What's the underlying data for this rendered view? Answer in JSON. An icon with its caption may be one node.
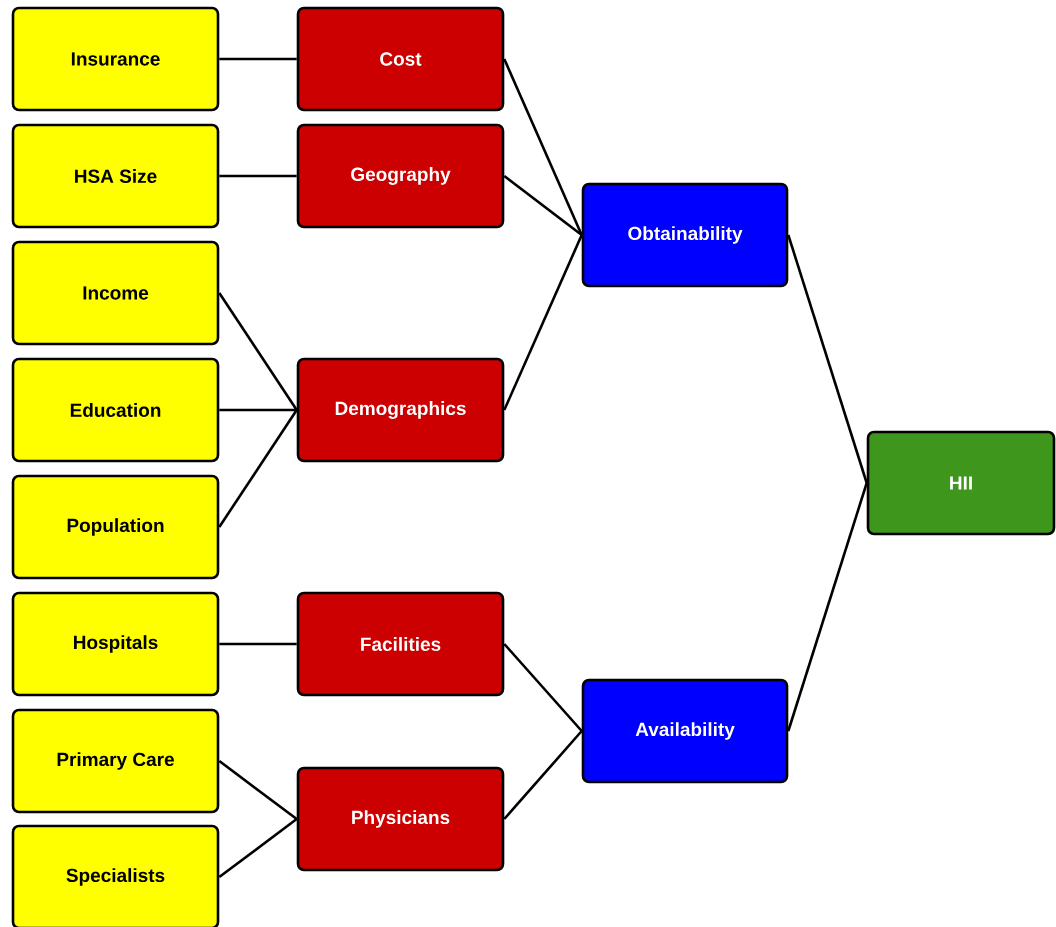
{
  "diagram": {
    "nodes": [
      {
        "text": [
          "Insurance"
        ]
      },
      {
        "text": [
          "HSA Size"
        ]
      },
      {
        "text": [
          "Income"
        ]
      },
      {
        "text": [
          "Education"
        ]
      },
      {
        "text": [
          "Population"
        ]
      },
      {
        "text": [
          "Hospitals"
        ]
      },
      {
        "text": [
          "Primary Care"
        ]
      },
      {
        "text": [
          "Specialists"
        ]
      },
      {
        "text": [
          "Cost"
        ]
      },
      {
        "text": [
          "Geography"
        ]
      },
      {
        "text": [
          "Demographics"
        ]
      },
      {
        "text": [
          "Facilities"
        ]
      },
      {
        "text": [
          "Physicians"
        ]
      },
      {
        "text": [
          "Obtainability"
        ]
      },
      {
        "text": [
          "Availability"
        ]
      },
      {
        "text": [
          "HII"
        ]
      }
    ],
    "edges": [
      {
        "from": 0,
        "to": 8,
        "arrow": "none"
      },
      {
        "from": 1,
        "to": 9,
        "arrow": "none"
      },
      {
        "from": 2,
        "to": 10,
        "arrow": "none"
      },
      {
        "from": 3,
        "to": 10,
        "arrow": "none"
      },
      {
        "from": 4,
        "to": 10,
        "arrow": "none"
      },
      {
        "from": 5,
        "to": 11,
        "arrow": "none"
      },
      {
        "from": 6,
        "to": 12,
        "arrow": "none"
      },
      {
        "from": 7,
        "to": 12,
        "arrow": "none"
      },
      {
        "from": 8,
        "to": 13,
        "arrow": "none"
      },
      {
        "from": 9,
        "to": 13,
        "arrow": "none"
      },
      {
        "from": 10,
        "to": 13,
        "arrow": "none"
      },
      {
        "from": 11,
        "to": 14,
        "arrow": "none"
      },
      {
        "from": 12,
        "to": 14,
        "arrow": "none"
      },
      {
        "from": 13,
        "to": 15,
        "arrow": "none"
      },
      {
        "from": 14,
        "to": 15,
        "arrow": "none"
      }
    ]
  }
}
